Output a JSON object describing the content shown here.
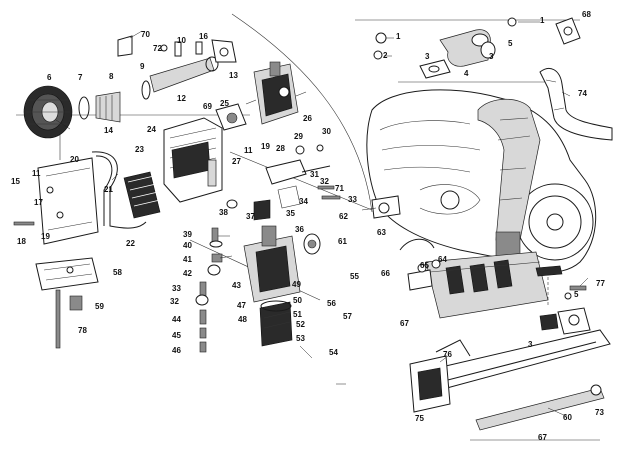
{
  "diagram": {
    "callouts": [
      {
        "id": "c1a",
        "text": "1"
      },
      {
        "id": "c1b",
        "text": "1"
      },
      {
        "id": "c2",
        "text": "2"
      },
      {
        "id": "c3a",
        "text": "3"
      },
      {
        "id": "c3b",
        "text": "3"
      },
      {
        "id": "c3c",
        "text": "3"
      },
      {
        "id": "c4",
        "text": "4"
      },
      {
        "id": "c5a",
        "text": "5"
      },
      {
        "id": "c5b",
        "text": "5"
      },
      {
        "id": "c6",
        "text": "6"
      },
      {
        "id": "c7",
        "text": "7"
      },
      {
        "id": "c8",
        "text": "8"
      },
      {
        "id": "c9",
        "text": "9"
      },
      {
        "id": "c10",
        "text": "10"
      },
      {
        "id": "c11a",
        "text": "11"
      },
      {
        "id": "c11b",
        "text": "11"
      },
      {
        "id": "c12",
        "text": "12"
      },
      {
        "id": "c13",
        "text": "13"
      },
      {
        "id": "c14",
        "text": "14"
      },
      {
        "id": "c15",
        "text": "15"
      },
      {
        "id": "c16",
        "text": "16"
      },
      {
        "id": "c17",
        "text": "17"
      },
      {
        "id": "c18",
        "text": "18"
      },
      {
        "id": "c19a",
        "text": "19"
      },
      {
        "id": "c19b",
        "text": "19"
      },
      {
        "id": "c20",
        "text": "20"
      },
      {
        "id": "c21",
        "text": "21"
      },
      {
        "id": "c22",
        "text": "22"
      },
      {
        "id": "c23",
        "text": "23"
      },
      {
        "id": "c24",
        "text": "24"
      },
      {
        "id": "c25",
        "text": "25"
      },
      {
        "id": "c26",
        "text": "26"
      },
      {
        "id": "c27",
        "text": "27"
      },
      {
        "id": "c28",
        "text": "28"
      },
      {
        "id": "c29",
        "text": "29"
      },
      {
        "id": "c30",
        "text": "30"
      },
      {
        "id": "c31",
        "text": "31"
      },
      {
        "id": "c32a",
        "text": "32"
      },
      {
        "id": "c32b",
        "text": "32"
      },
      {
        "id": "c33a",
        "text": "33"
      },
      {
        "id": "c33b",
        "text": "33"
      },
      {
        "id": "c34",
        "text": "34"
      },
      {
        "id": "c35",
        "text": "35"
      },
      {
        "id": "c36",
        "text": "36"
      },
      {
        "id": "c37",
        "text": "37"
      },
      {
        "id": "c38",
        "text": "38"
      },
      {
        "id": "c39",
        "text": "39"
      },
      {
        "id": "c40",
        "text": "40"
      },
      {
        "id": "c41",
        "text": "41"
      },
      {
        "id": "c42",
        "text": "42"
      },
      {
        "id": "c43",
        "text": "43"
      },
      {
        "id": "c44",
        "text": "44"
      },
      {
        "id": "c45",
        "text": "45"
      },
      {
        "id": "c46",
        "text": "46"
      },
      {
        "id": "c47",
        "text": "47"
      },
      {
        "id": "c48",
        "text": "48"
      },
      {
        "id": "c49",
        "text": "49"
      },
      {
        "id": "c50",
        "text": "50"
      },
      {
        "id": "c51",
        "text": "51"
      },
      {
        "id": "c52",
        "text": "52"
      },
      {
        "id": "c53",
        "text": "53"
      },
      {
        "id": "c54",
        "text": "54"
      },
      {
        "id": "c55",
        "text": "55"
      },
      {
        "id": "c56",
        "text": "56"
      },
      {
        "id": "c57",
        "text": "57"
      },
      {
        "id": "c58",
        "text": "58"
      },
      {
        "id": "c59",
        "text": "59"
      },
      {
        "id": "c60",
        "text": "60"
      },
      {
        "id": "c61",
        "text": "61"
      },
      {
        "id": "c62",
        "text": "62"
      },
      {
        "id": "c63",
        "text": "63"
      },
      {
        "id": "c64",
        "text": "64"
      },
      {
        "id": "c65",
        "text": "65"
      },
      {
        "id": "c66",
        "text": "66"
      },
      {
        "id": "c67a",
        "text": "67"
      },
      {
        "id": "c67b",
        "text": "67"
      },
      {
        "id": "c68",
        "text": "68"
      },
      {
        "id": "c69",
        "text": "69"
      },
      {
        "id": "c70",
        "text": "70"
      },
      {
        "id": "c71",
        "text": "71"
      },
      {
        "id": "c72",
        "text": "72"
      },
      {
        "id": "c73",
        "text": "73"
      },
      {
        "id": "c74",
        "text": "74"
      },
      {
        "id": "c75",
        "text": "75"
      },
      {
        "id": "c76",
        "text": "76"
      },
      {
        "id": "c77",
        "text": "77"
      },
      {
        "id": "c78",
        "text": "78"
      }
    ]
  }
}
